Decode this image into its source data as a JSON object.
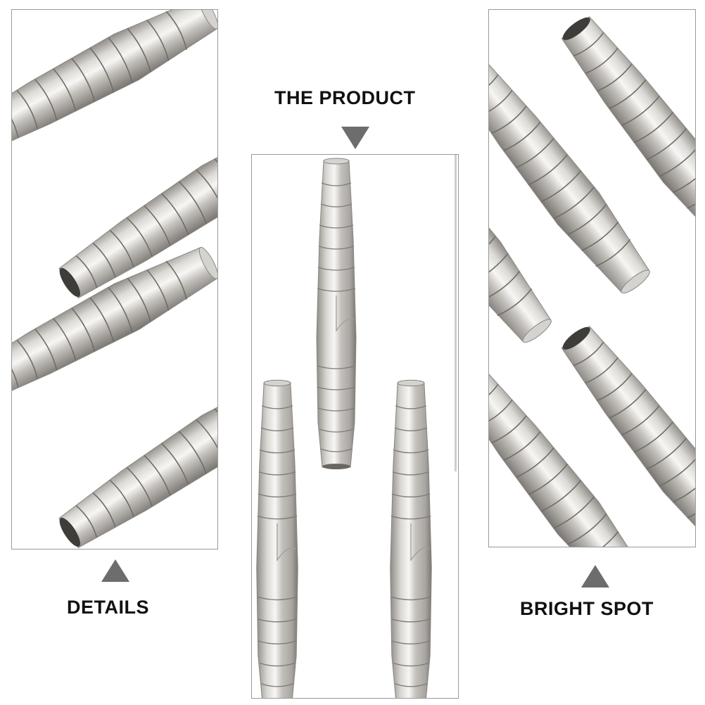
{
  "captions": {
    "product": "THE PRODUCT",
    "details": "DETAILS",
    "bright_spot": "BRIGHT SPOT"
  },
  "icons": {
    "product": "triangle-down-icon",
    "details": "triangle-up-icon",
    "bright_spot": "triangle-up-icon"
  },
  "colors": {
    "border": "#9a9a9a",
    "triangle": "#6d6d6d",
    "metal_light": "#f2f1ef",
    "metal_mid": "#bdbab5",
    "metal_dark": "#7b7873",
    "text": "#111111"
  }
}
